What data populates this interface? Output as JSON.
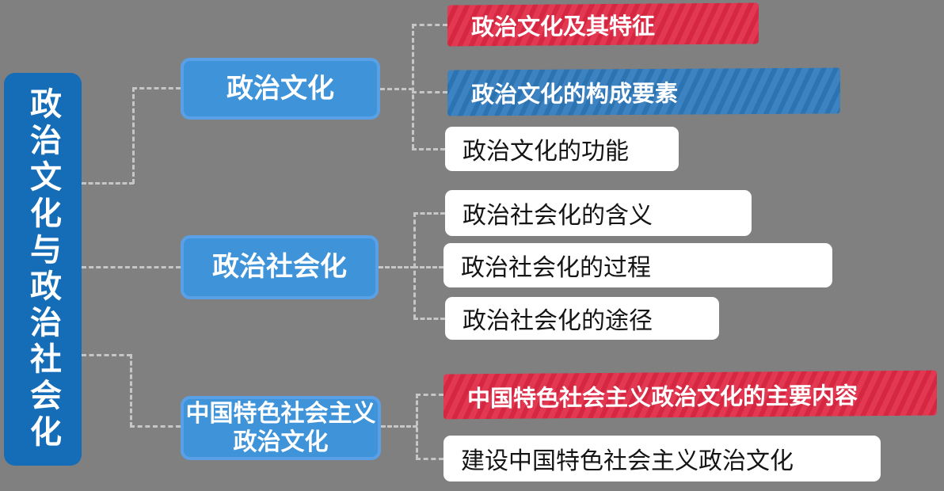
{
  "tree": {
    "root": {
      "label": "政治文化与政治社会化"
    },
    "branches": [
      {
        "label": "政治文化",
        "children": [
          {
            "label": "政治文化及其特征",
            "style": "red-highlight"
          },
          {
            "label": "政治文化的构成要素",
            "style": "blue-highlight"
          },
          {
            "label": "政治文化的功能",
            "style": "plain"
          }
        ]
      },
      {
        "label": "政治社会化",
        "children": [
          {
            "label": "政治社会化的含义",
            "style": "plain"
          },
          {
            "label": "政治社会化的过程",
            "style": "plain"
          },
          {
            "label": "政治社会化的途径",
            "style": "plain"
          }
        ]
      },
      {
        "label": "中国特色社会主义政治文化",
        "children": [
          {
            "label": "中国特色社会主义政治文化的主要内容",
            "style": "red-highlight"
          },
          {
            "label": "建设中国特色社会主义政治文化",
            "style": "plain"
          }
        ]
      }
    ]
  },
  "colors": {
    "background": "#808080",
    "root_fill": "#156CB7",
    "branch_fill": "#3E93D9",
    "branch_border": "#5AA0E6",
    "red_highlight": "#E02944",
    "blue_highlight": "#2E79BC",
    "plain_fill": "#FFFFFF",
    "connector": "#C6C6C6"
  }
}
